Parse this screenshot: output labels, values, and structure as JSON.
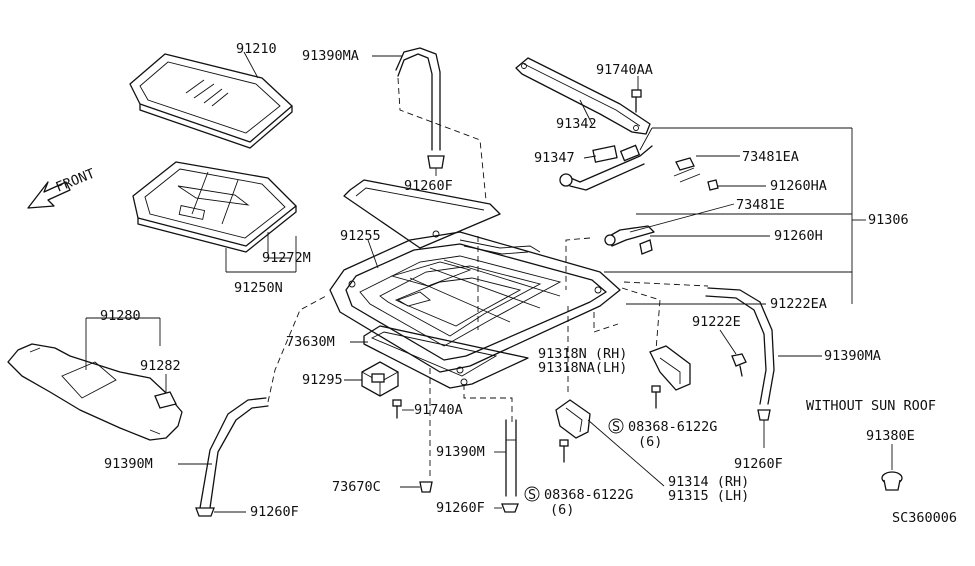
{
  "front_label": "FRONT",
  "note": "WITHOUT SUN ROOF",
  "drawing_code": "SC360006",
  "parts": {
    "p91210": "91210",
    "p91390MA_top": "91390MA",
    "p91740AA": "91740AA",
    "p91342": "91342",
    "p91347": "91347",
    "p73481EA": "73481EA",
    "p91260F_top": "91260F",
    "p91260HA": "91260HA",
    "p73481E": "73481E",
    "p91306": "91306",
    "p91255": "91255",
    "p91260H": "91260H",
    "p91272M": "91272M",
    "p91250N": "91250N",
    "p91222EA": "91222EA",
    "p91280": "91280",
    "p91222E": "91222E",
    "p73630M": "73630M",
    "p91390MA_right": "91390MA",
    "p91282": "91282",
    "p91318N": "91318N (RH)",
    "p91318NA": "91318NA(LH)",
    "p91295": "91295",
    "p91740A": "91740A",
    "p08368_right": "08368-6122G",
    "p08368_right_qty": "(6)",
    "p91390M_left": "91390M",
    "p91390M_mid": "91390M",
    "p91260F_right": "91260F",
    "p91380E": "91380E",
    "p91314": "91314 (RH)",
    "p91315": "91315 (LH)",
    "p73670C": "73670C",
    "p08368_bottom": "08368-6122G",
    "p08368_bottom_qty": "(6)",
    "p91260F_bottom_left": "91260F",
    "p91260F_bottom_mid": "91260F"
  },
  "screw_symbol": "S"
}
